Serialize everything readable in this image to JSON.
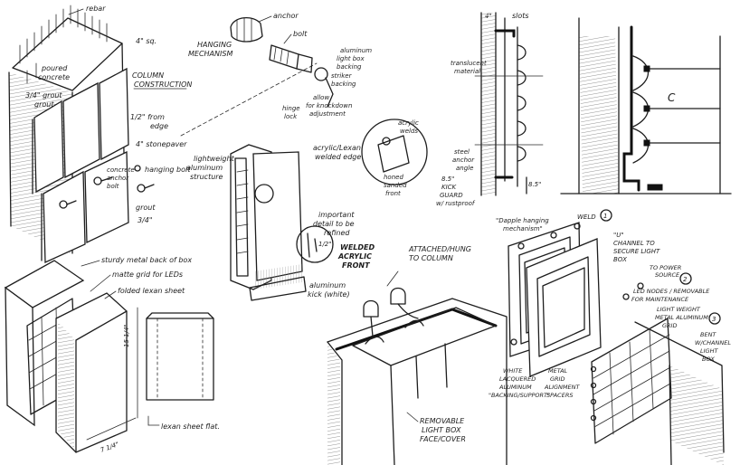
{
  "colors": {
    "ink": "#1e1e1e",
    "paper": "#ffffff"
  },
  "panel1": {
    "rebar": "rebar",
    "four_in_sq": "4\" sq.",
    "poured_concrete_1": "poured",
    "poured_concrete_2": "concrete",
    "grout_a": "3/4\" grout",
    "grout_a2": "grout",
    "column_construction_1": "COLUMN",
    "column_construction_2": "CONSTRUCTION",
    "from_edge_1": "1/2\" from",
    "from_edge_2": "edge",
    "stone_paver": "4\" stonepaver",
    "hanging_bolt": "hanging bolt",
    "concrete_anchor_1": "concrete",
    "concrete_anchor_2": "anchor",
    "concrete_anchor_3": "bolt",
    "grout_b": "grout",
    "grout_b2": "3/4\""
  },
  "panel2": {
    "hanging_mechanism_1": "HANGING",
    "hanging_mechanism_2": "MECHANISM",
    "anchor": "anchor",
    "bolt": "bolt",
    "aluminum_backing_1": "aluminum",
    "aluminum_backing_2": "light box",
    "aluminum_backing_3": "backing",
    "striker_backing_1": "striker",
    "striker_backing_2": "backing",
    "hinge_lock_1": "hinge",
    "hinge_lock_2": "lock",
    "allow_knockdown_1": "allow",
    "allow_knockdown_2": "for knockdown",
    "allow_knockdown_3": "adjustment",
    "acrylic_lexan_1": "acrylic/Lexan",
    "acrylic_lexan_2": "welded edge",
    "acrylic_welds_1": "acrylic",
    "acrylic_welds_2": "welds",
    "honed_front_1": "honed",
    "honed_front_2": "sanded",
    "honed_front_3": "front",
    "lightweight_1": "lightweight",
    "lightweight_2": "aluminum",
    "lightweight_3": "structure",
    "important_1": "important",
    "important_2": "detail to be",
    "important_3": "refined",
    "welded_1": "WELDED",
    "welded_2": "ACRYLIC",
    "welded_3": "FRONT",
    "kick_1": "aluminum",
    "kick_2": "kick (white)",
    "dim_half": "1/2\""
  },
  "panel3": {
    "slots": "slots",
    "translucent_1": "translucent",
    "translucent_2": "material",
    "steel_anchor_1": "steel",
    "steel_anchor_2": "anchor",
    "steel_anchor_3": "angle",
    "kick_guard_1": "8.5\"",
    "kick_guard_2": "KICK",
    "kick_guard_3": "GUARD",
    "kick_guard_4": "w/ rustproof",
    "dim_side": "8.5\"",
    "dim_top": "4\""
  },
  "panel4": {
    "center": "C"
  },
  "panel5": {
    "metal_back_1": "sturdy metal back of box",
    "metal_back_2": "matte grid for LEDs",
    "metal_back_3": "folded lexan sheet",
    "dim_height": "15 1/4\"",
    "dim_width": "7 1/4\"",
    "lexan_flat": "lexan sheet flat."
  },
  "panel6": {
    "attached_1": "ATTACHED/HUNG",
    "attached_2": "TO COLUMN",
    "removable_1": "REMOVABLE",
    "removable_2": "LIGHT BOX",
    "removable_3": "FACE/COVER"
  },
  "panel7": {
    "dapple_1": "\"Dapple hanging",
    "dapple_2": "mechanism\"",
    "weld": "WELD",
    "n1": "1",
    "n2": "2",
    "n3": "3",
    "channel_1": "\"U\"",
    "channel_2": "CHANNEL TO",
    "channel_3": "SECURE LIGHT",
    "channel_4": "BOX",
    "power_1": "TO POWER",
    "power_2": "SOURCE",
    "leds_1": "LED NODES / REMOVABLE",
    "leds_2": "FOR MAINTENANCE",
    "light_grid_1": "LIGHT WEIGHT",
    "light_grid_2": "METAL ALUMINUM",
    "light_grid_3": "GRID",
    "bent_1": "BENT",
    "bent_2": "W/CHANNEL",
    "bent_3": "LIGHT",
    "bent_4": "BOX",
    "white_1": "WHITE",
    "white_2": "LACQUERED",
    "white_3": "ALUMINUM",
    "white_4": "\"BACKING/SUPPORT\"",
    "metal_grid_1": "METAL",
    "metal_grid_2": "GRID",
    "metal_grid_3": "ALIGNMENT",
    "metal_grid_4": "SPACERS"
  }
}
